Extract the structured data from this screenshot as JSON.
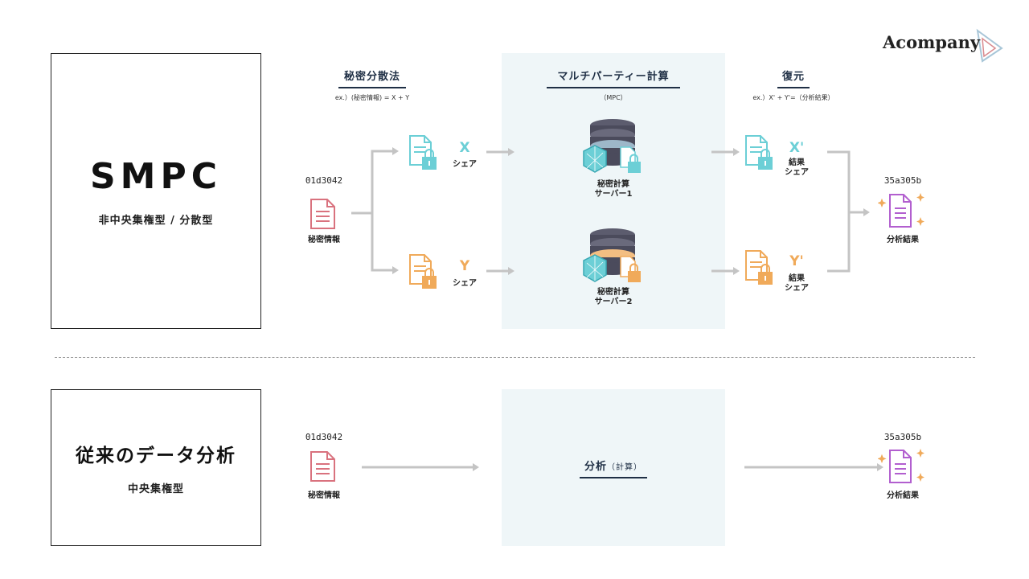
{
  "logo": {
    "text": "Acompany",
    "brand_color": "#c8161d"
  },
  "colors": {
    "cyan": "#6ccfd6",
    "orange": "#f0aa5a",
    "pink": "#d9727e",
    "purple": "#b25fcf",
    "navy": "#1f2f45",
    "panel": "#eff6f8",
    "arrow": "#c4c4c4"
  },
  "smpc": {
    "title": "SMPC",
    "subtitle": "非中央集権型 / 分散型",
    "headers": {
      "secret_sharing": {
        "title": "秘密分散法",
        "note": "ex.）(秘密情報) = X + Y"
      },
      "mpc": {
        "title": "マルチパーティー計算",
        "note": "（MPC）"
      },
      "restore": {
        "title": "復元",
        "note": "ex.）X' + Y'=（分析結果）"
      }
    },
    "input": {
      "value": "01d3042",
      "label": "秘密情報"
    },
    "share_x": {
      "letter": "X",
      "label": "シェア"
    },
    "share_y": {
      "letter": "Y",
      "label": "シェア"
    },
    "server1": {
      "line1": "秘密計算",
      "line2": "サーバー1"
    },
    "server2": {
      "line1": "秘密計算",
      "line2": "サーバー2"
    },
    "result_x": {
      "letter": "X'",
      "line1": "結果",
      "line2": "シェア"
    },
    "result_y": {
      "letter": "Y'",
      "line1": "結果",
      "line2": "シェア"
    },
    "output": {
      "value": "35a305b",
      "label": "分析結果"
    }
  },
  "traditional": {
    "title": "従来のデータ分析",
    "subtitle": "中央集権型",
    "input": {
      "value": "01d3042",
      "label": "秘密情報"
    },
    "analysis": {
      "main": "分析",
      "paren": "（計算）"
    },
    "output": {
      "value": "35a305b",
      "label": "分析結果"
    }
  }
}
